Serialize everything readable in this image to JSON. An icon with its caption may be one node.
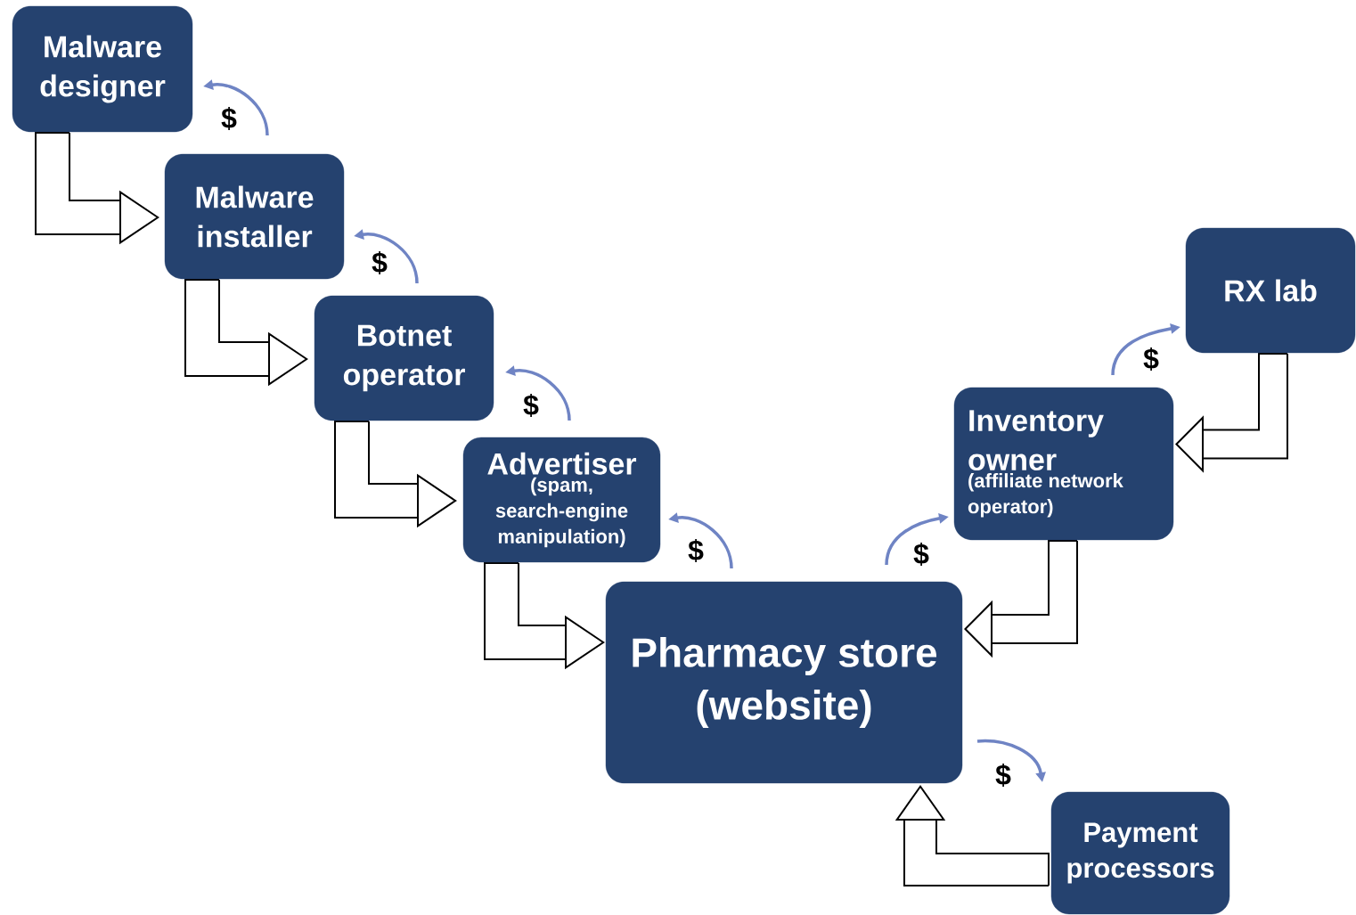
{
  "diagram": {
    "nodes": [
      {
        "text": [
          "Malware designer"
        ]
      },
      {
        "text": [
          "Malware installer"
        ]
      },
      {
        "text": [
          "Botnet operator"
        ]
      },
      {
        "text": [
          "Advertiser",
          "(spam, search-engine manipulation)"
        ]
      },
      {
        "text": [
          "Pharmacy store (website)"
        ]
      },
      {
        "text": [
          "Inventory owner",
          "(affiliate network operator)"
        ]
      },
      {
        "text": [
          "RX lab"
        ]
      },
      {
        "text": [
          "Payment processors"
        ]
      }
    ],
    "edges": [
      {
        "from": 0,
        "to": 1,
        "arrow": "to"
      },
      {
        "from": 1,
        "to": 2,
        "arrow": "to"
      },
      {
        "from": 2,
        "to": 3,
        "arrow": "to"
      },
      {
        "from": 3,
        "to": 4,
        "arrow": "to"
      },
      {
        "from": 6,
        "to": 5,
        "arrow": "to"
      },
      {
        "from": 5,
        "to": 4,
        "arrow": "to"
      },
      {
        "from": 7,
        "to": 4,
        "arrow": "to"
      },
      {
        "from": 1,
        "to": 0,
        "arrow": "to",
        "label": "$",
        "color": "#6f84c4"
      },
      {
        "from": 2,
        "to": 1,
        "arrow": "to",
        "label": "$",
        "color": "#6f84c4"
      },
      {
        "from": 3,
        "to": 2,
        "arrow": "to",
        "label": "$",
        "color": "#6f84c4"
      },
      {
        "from": 4,
        "to": 3,
        "arrow": "to",
        "label": "$",
        "color": "#6f84c4"
      },
      {
        "from": 4,
        "to": 5,
        "arrow": "to",
        "label": "$",
        "color": "#6f84c4"
      },
      {
        "from": 5,
        "to": 6,
        "arrow": "to",
        "label": "$",
        "color": "#6f84c4"
      },
      {
        "from": 4,
        "to": 7,
        "arrow": "to",
        "label": "$",
        "color": "#6f84c4"
      }
    ]
  }
}
